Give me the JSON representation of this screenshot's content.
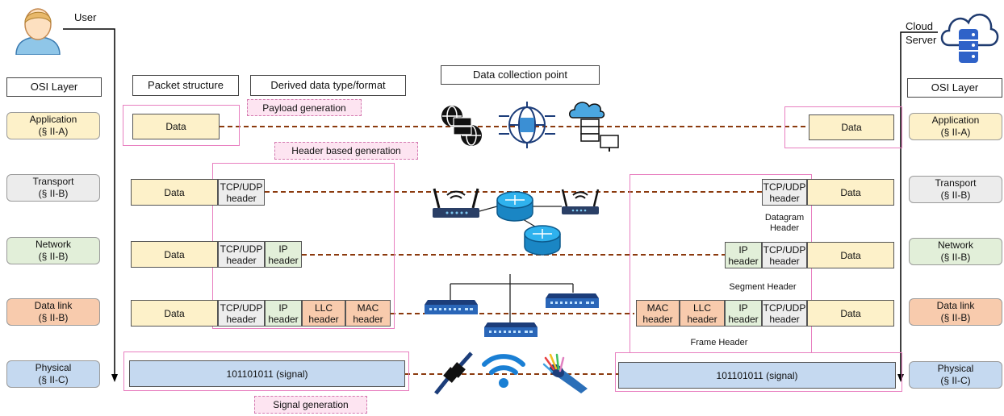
{
  "user_label": "User",
  "cloud_label": "Cloud\nServer",
  "headings": {
    "osi_left": "OSI Layer",
    "packet_structure": "Packet structure",
    "derived_data": "Derived data type/format",
    "collection_point": "Data collection point",
    "osi_right": "OSI Layer"
  },
  "generation_tags": {
    "payload": "Payload generation",
    "header_based": "Header based generation",
    "signal": "Signal generation"
  },
  "osi_layers": [
    {
      "name": "Application",
      "ref": "(§ II-A)"
    },
    {
      "name": "Transport",
      "ref": "(§ II-B)"
    },
    {
      "name": "Network",
      "ref": "(§ II-B)"
    },
    {
      "name": "Data link",
      "ref": "(§ II-B)"
    },
    {
      "name": "Physical",
      "ref": "(§ II-C)"
    }
  ],
  "fields": {
    "data": "Data",
    "tcp_udp": "TCP/UDP",
    "ip": "IP",
    "llc": "LLC",
    "mac": "MAC",
    "header": "header",
    "signal": "101101011 (signal)"
  },
  "header_labels": {
    "datagram": "Datagram\nHeader",
    "segment": "Segment Header",
    "frame": "Frame Header"
  },
  "icons": {
    "user": "user-avatar-icon",
    "cloud": "cloud-database-icon",
    "app_icons": [
      "globe-server-icon",
      "network-globe-icon",
      "cloud-server-computer-icon"
    ],
    "net_icons": [
      "wireless-router-icon",
      "router-icon",
      "router-icon",
      "wireless-router-icon"
    ],
    "dl_icons": [
      "switch-icon",
      "switch-icon",
      "switch-icon"
    ],
    "phy_icons": [
      "ethernet-cable-icon",
      "wifi-icon",
      "fiber-cable-icon"
    ]
  },
  "colors": {
    "link_dash": "#8b3a0e",
    "pink_frame": "#e87fc0",
    "router_blue": "#1a9fd8"
  }
}
